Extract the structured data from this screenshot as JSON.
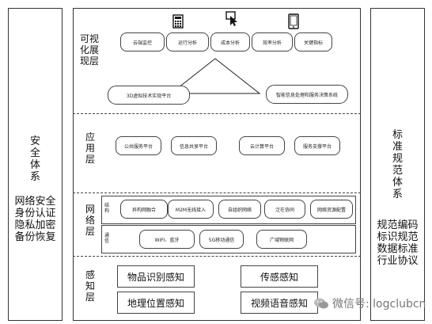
{
  "left_panel": {
    "title_chars": [
      "安",
      "全",
      "体",
      "系"
    ],
    "items": [
      "网络安全",
      "身份认证",
      "隐私加密",
      "备份恢复"
    ]
  },
  "right_panel": {
    "title_chars": [
      "标",
      "准",
      "规",
      "范",
      "体",
      "系"
    ],
    "items": [
      "规范编码",
      "标识规范",
      "数据标准",
      "行业协议"
    ]
  },
  "layers": {
    "visual": {
      "label_chars": [
        "可",
        "视",
        "化",
        "展",
        "现",
        "层"
      ],
      "top_items": [
        "云端监控",
        "运行分析",
        "成本分析",
        "效率分析",
        "关键指标"
      ],
      "left_platform": "3D虚拟技术实现平台",
      "right_platform": "智能信息处理和服务决策系统"
    },
    "app": {
      "label_chars": [
        "应",
        "用",
        "层"
      ],
      "items": [
        "公共服务平台",
        "信息共享平台",
        "云计算平台",
        "服务支撑平台"
      ]
    },
    "network": {
      "label_chars": [
        "网",
        "络",
        "层"
      ],
      "row1_label": [
        "结",
        "构"
      ],
      "row1_items": [
        "异构网融合",
        "M2M无线接入",
        "自组织网络",
        "泛在协同",
        "网络资源配置"
      ],
      "row2_label": [
        "通",
        "信"
      ],
      "row2_items": [
        "WIFI、蓝牙",
        "5G移动通信",
        "广域物联网"
      ]
    },
    "perception": {
      "label_chars": [
        "感",
        "知",
        "层"
      ],
      "items": [
        "物品识别感知",
        "传感感知",
        "地理位置感知",
        "视频语音感知"
      ]
    }
  },
  "watermark": "微信号: logclubcn"
}
